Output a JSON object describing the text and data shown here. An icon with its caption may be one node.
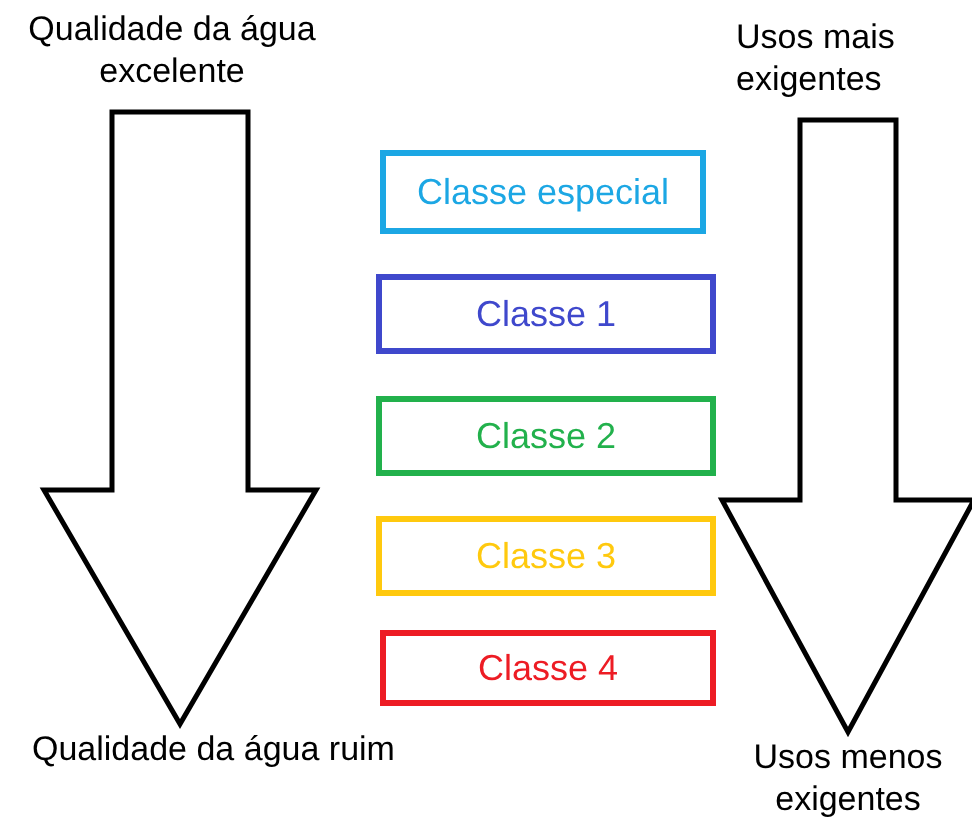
{
  "diagram": {
    "nodes": [
      {
        "text": [
          "Qualidade da água excelente"
        ]
      },
      {
        "text": [
          "Usos mais exigentes"
        ]
      },
      {
        "text": [
          "Classe especial"
        ]
      },
      {
        "text": [
          "Classe 1"
        ]
      },
      {
        "text": [
          "Classe 2"
        ]
      },
      {
        "text": [
          "Classe 3"
        ]
      },
      {
        "text": [
          "Classe 4"
        ]
      },
      {
        "text": [
          "Qualidade da água ruim"
        ]
      },
      {
        "text": [
          "Usos menos exigentes"
        ]
      }
    ],
    "edges": [
      {
        "from": 0,
        "to": 7,
        "arrow": "to",
        "style": "thick"
      },
      {
        "from": 1,
        "to": 8,
        "arrow": "to",
        "style": "thick"
      }
    ]
  }
}
